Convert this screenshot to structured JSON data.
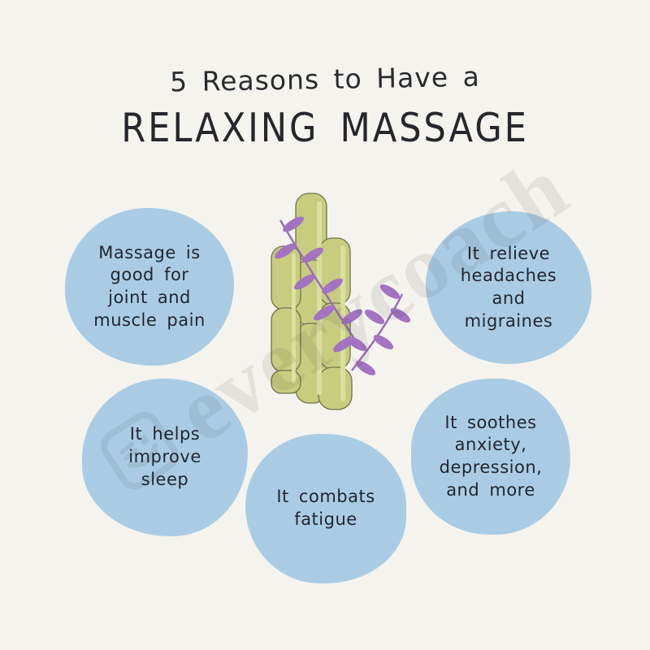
{
  "title": {
    "line1": "5 Reasons to Have a",
    "line2": "RELAXING MASSAGE"
  },
  "reasons": [
    {
      "id": 1,
      "text": "Massage is\ngood for\njoint and\nmuscle pain"
    },
    {
      "id": 2,
      "text": "It relieve\nheadaches\nand\nmigraines"
    },
    {
      "id": 3,
      "text": "It helps\nimprove\nsleep"
    },
    {
      "id": 4,
      "text": "It combats\nfatigue"
    },
    {
      "id": 5,
      "text": "It soothes\nanxiety,\ndepression,\nand more"
    }
  ],
  "illustration": {
    "icon": "bamboo-stalks-with-purple-leaf-sprigs-icon"
  },
  "watermark": {
    "text": "everycoach",
    "logo_icon": "everycoach-smiley-logo-icon"
  },
  "colors": {
    "background": "#f5f3ee",
    "bubble_blue": "#a9cce4",
    "text_dark": "#23252f",
    "bamboo_green": "#c7cc7f",
    "bamboo_highlight": "#dde3a3",
    "bamboo_outline": "#70744a",
    "leaf_purple": "#a373c1",
    "watermark": "rgba(45,38,25,0.085)"
  }
}
